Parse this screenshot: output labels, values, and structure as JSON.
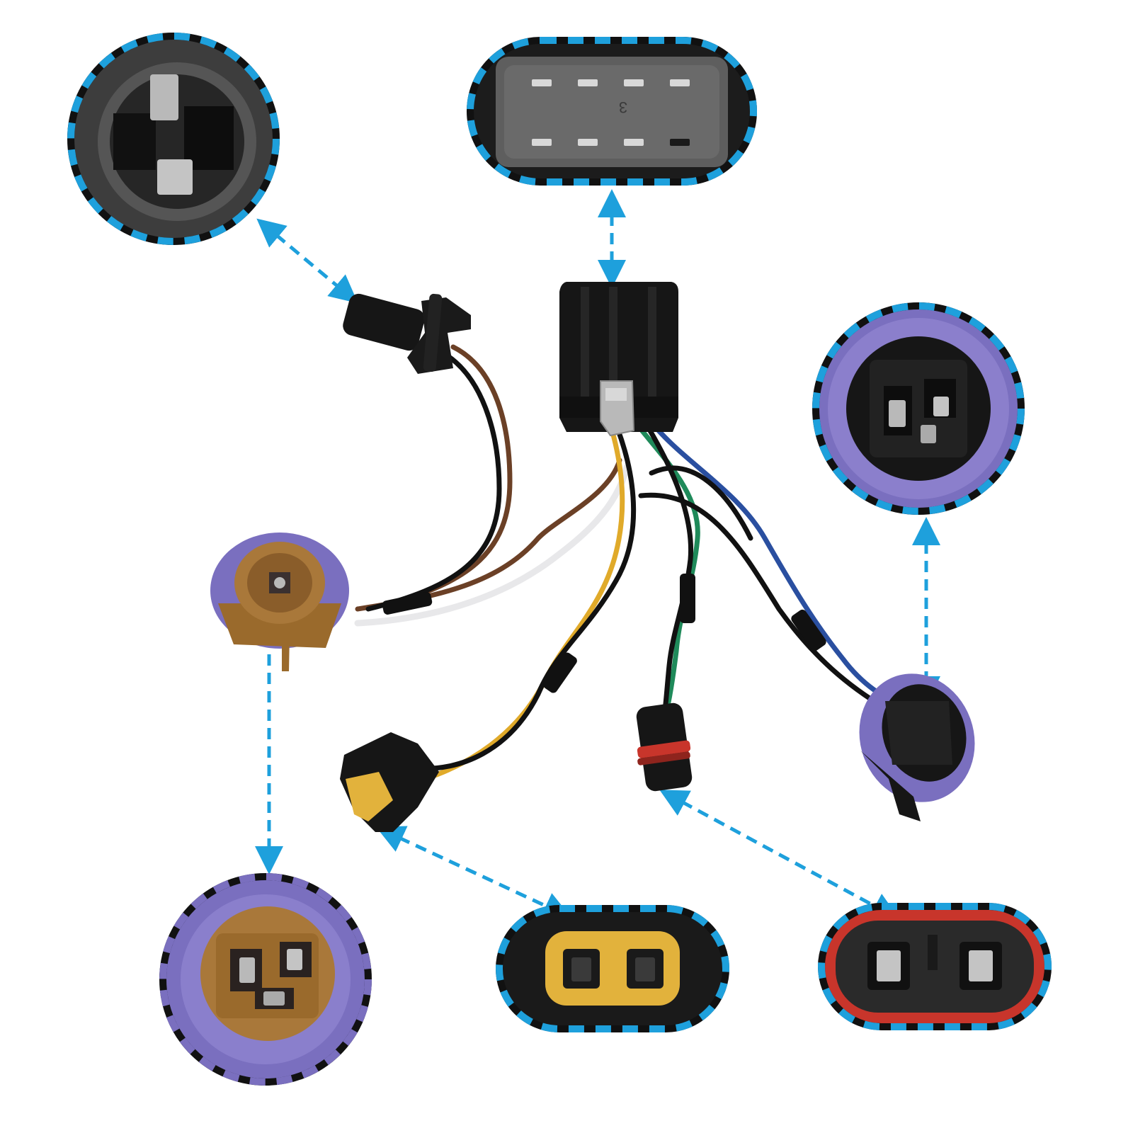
{
  "palette": {
    "callout_accent": "#1ea0dc",
    "callout_border_dark": "#111111",
    "housing_black": "#161616",
    "socket_purple": "#7a6fbf",
    "socket_brown": "#9a6a2c",
    "plug_yellow": "#e2b23c",
    "seal_red": "#c8352b",
    "wire_brown": "#6b4026",
    "wire_yellow": "#e0aa2a",
    "wire_green": "#1f8a5a",
    "wire_blue": "#2a4fa0",
    "wire_white": "#e8e8ea",
    "wire_black": "#111111",
    "terminal_metal": "#b9b9b9"
  },
  "main_connector": {
    "pin_label": "3",
    "pin_count": 8
  },
  "icons": {
    "callout_arrow": "double-headed-dashed-arrow"
  }
}
